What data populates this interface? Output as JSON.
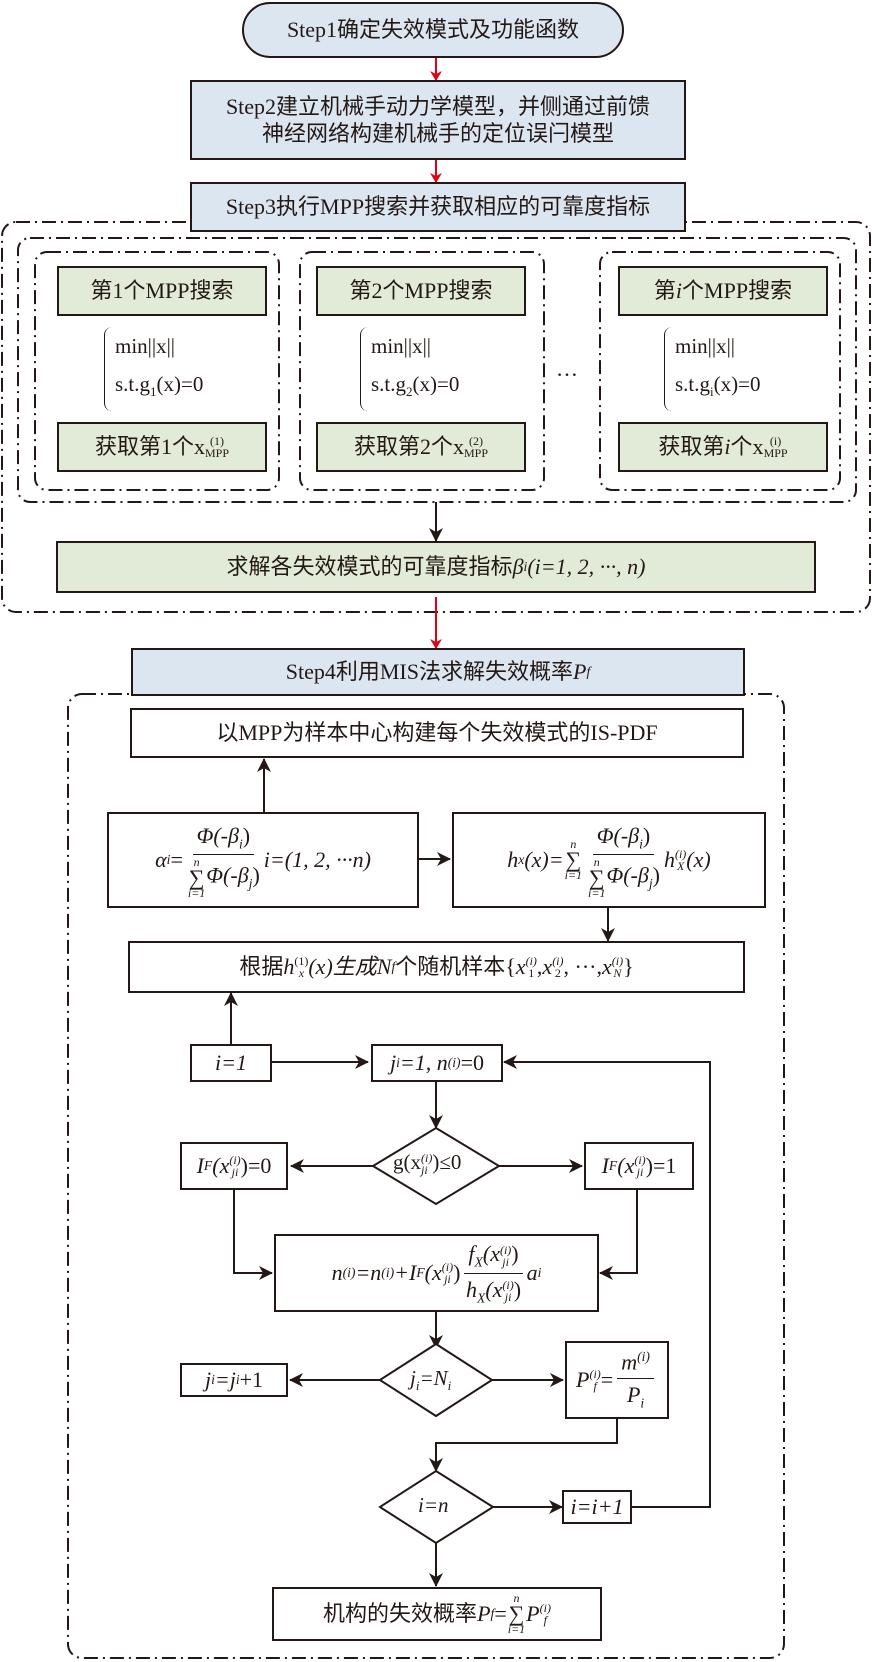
{
  "colors": {
    "step_fill": "#dce6f1",
    "sub_fill": "#e2ebd8",
    "stroke": "#231815",
    "arrow_red": "#e60012"
  },
  "steps": {
    "step1": "Step1确定失效模式及功能函数",
    "step2_line1": "Step2建立机械手动力学模型，并侧通过前馈",
    "step2_line2": "神经网络构建机械手的定位误闩模型",
    "step3": "Step3执行MPP搜索并获取相应的可靠度指标",
    "step4_prefix": "Step4利用MIS法求解失效概率",
    "step4_var": "P",
    "step4_sub": "f"
  },
  "mpp_searches": [
    {
      "title_prefix": "第",
      "index": "1",
      "title_suffix": "个MPP搜索",
      "obj": "min||x||",
      "st_prefix": "s.t.g",
      "st_sub": "1",
      "st_suffix": "(x)=0",
      "get_prefix": "获取第",
      "get_index": "1",
      "get_mid": "个x",
      "get_sup": "(1)",
      "get_sub": "MPP"
    },
    {
      "title_prefix": "第",
      "index": "2",
      "title_suffix": "个MPP搜索",
      "obj": "min||x||",
      "st_prefix": "s.t.g",
      "st_sub": "2",
      "st_suffix": "(x)=0",
      "get_prefix": "获取第",
      "get_index": "2",
      "get_mid": "个x",
      "get_sup": "(2)",
      "get_sub": "MPP"
    },
    {
      "title_prefix": "第",
      "index": "i",
      "title_suffix": "个MPP搜索",
      "obj": "min||x||",
      "st_prefix": "s.t.g",
      "st_sub": "i",
      "st_suffix": "(x)=0",
      "get_prefix": "获取第",
      "get_index": "i",
      "get_mid": "个x",
      "get_sup": "(i)",
      "get_sub": "MPP"
    }
  ],
  "ellipsis": "…",
  "reliability_box": {
    "prefix": "求解各失效模式的可靠度指标",
    "beta": "β",
    "beta_sub": "i",
    "range": "(i=1, 2, ···, n)"
  },
  "is_pdf_box": "以MPP为样本中心构建每个失效模式的IS-PDF",
  "alpha_formula": {
    "lhs": "α",
    "lhs_sub": "i",
    "eq": "=",
    "num": "Φ(-β",
    "num_sub": "i",
    "num_close": ")",
    "sum_top": "n",
    "sum_bottom": "i=1",
    "den": "Φ(-β",
    "den_sub": "j",
    "den_close": ")",
    "range": "i=(1, 2, ···n)"
  },
  "hx_formula": {
    "lhs": "h",
    "lhs_sub": "x",
    "lhs_arg": "(x)=",
    "sum_top": "n",
    "sum_bottom": "i=1",
    "num": "Φ(-β",
    "num_sub": "i",
    "num_close": ")",
    "den": "Φ(-β",
    "den_sub": "j",
    "den_close": ")",
    "tail": "h",
    "tail_sup": "(i)",
    "tail_sub": "X",
    "tail_arg": "(x)"
  },
  "sample_box": {
    "prefix": "根据",
    "h": "h",
    "h_sup": "(1)",
    "h_sub": "x",
    "arg": "(x)生成",
    "N": "N",
    "N_sub": "f",
    "suffix": "个随机样本{",
    "x1_sub": "1",
    "x2_sub": "2",
    "xn_sub": "N",
    "x_sup": "(i)",
    "close": "}"
  },
  "init_i": "i=1",
  "init_j": {
    "j": "j",
    "j_sub": "i",
    "rest": "=1, n",
    "n_sup": "(i)",
    "tail": "=0"
  },
  "decision_g": {
    "g": "g(x",
    "sub": "ji",
    "sup": "(i)",
    "tail": ")≤0"
  },
  "indicator_0": {
    "I": "I",
    "I_sub": "F",
    "arg": "(x",
    "sub": "ji",
    "sup": "(i)",
    "tail": ")=0"
  },
  "indicator_1": {
    "I": "I",
    "I_sub": "F",
    "arg": "(x",
    "sub": "ji",
    "sup": "(i)",
    "tail": ")=1"
  },
  "update_n": {
    "lhs": "n",
    "sup": "(i)",
    "eq": "=n",
    "plus": "+I",
    "I_sub": "F",
    "arg": "(x",
    "arg_sub": "ji",
    "close": ")",
    "num": "f",
    "num_sub": "X",
    "den": "h",
    "den_sub": "X",
    "a": "a",
    "a_sub": "i"
  },
  "decision_j": {
    "j": "j",
    "j_sub": "i",
    "eq": "=N",
    "N_sub": "i"
  },
  "increment_j": {
    "j": "j",
    "j_sub": "i",
    "eq": "=j",
    "tail": "+1"
  },
  "pf_i": {
    "P": "P",
    "P_sup": "(i)",
    "P_sub": "f",
    "eq": "=",
    "num": "m",
    "num_sup": "(i)",
    "den": "P",
    "den_sub": "i"
  },
  "decision_i": "i=n",
  "increment_i": "i=i+1",
  "result_box": {
    "prefix": "机构的失效概率",
    "P": "P",
    "P_sub": "f",
    "eq": "=",
    "sum_top": "n",
    "sum_bottom": "i=1",
    "term": "P",
    "term_sup": "(i)",
    "term_sub": "f"
  }
}
